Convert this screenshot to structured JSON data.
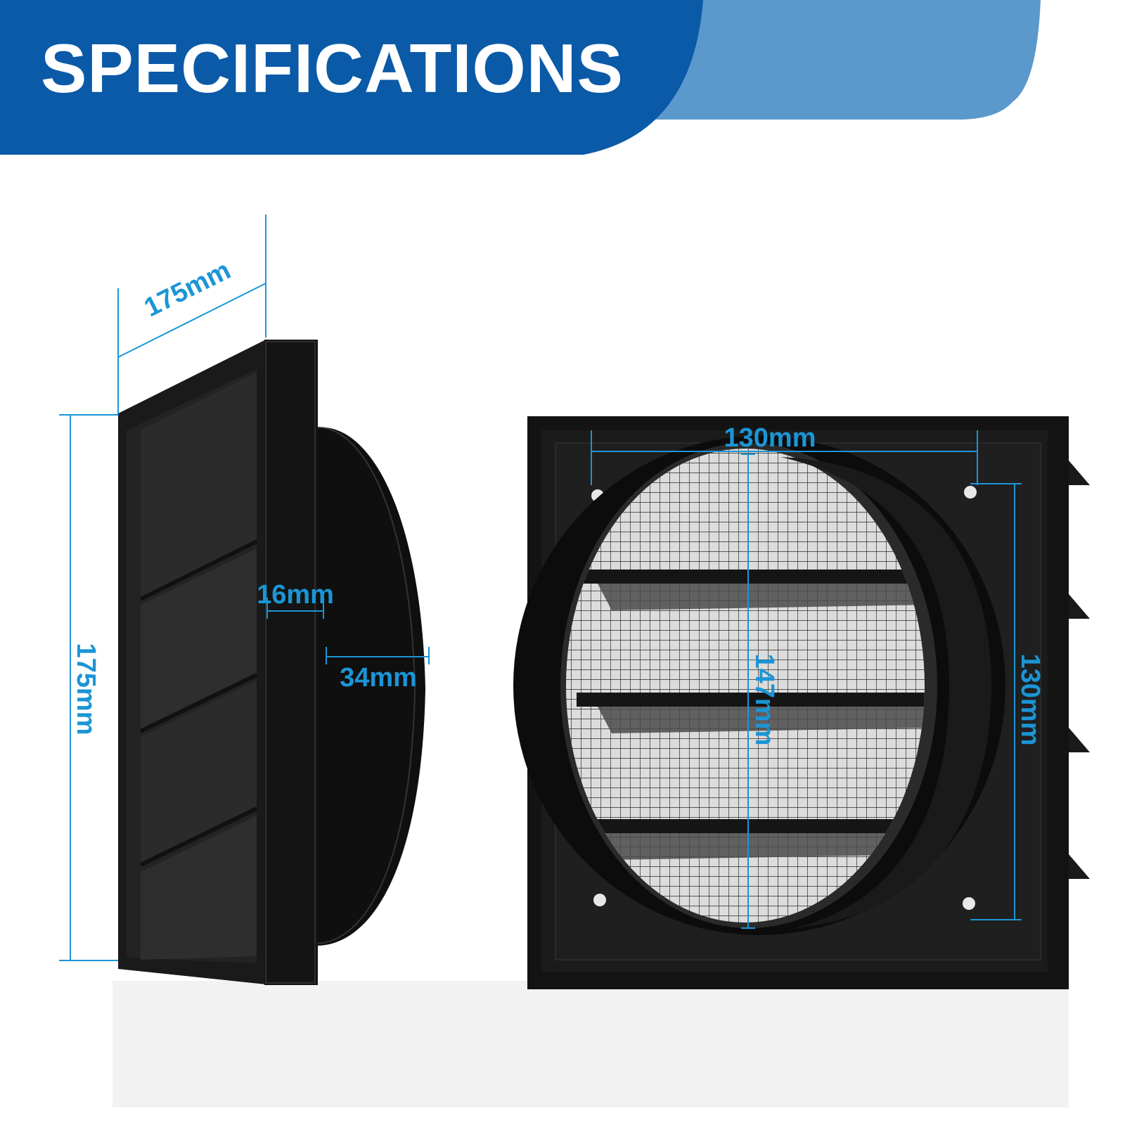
{
  "header": {
    "title": "SPECIFICATIONS"
  },
  "colors": {
    "banner_dark": "#0a5aa8",
    "banner_light": "#5b98cc",
    "dimension": "#1b95d6",
    "product": "#111111",
    "background": "#ffffff"
  },
  "dimensions": {
    "side_depth": "175mm",
    "side_height": "175mm",
    "flange": "16mm",
    "spigot": "34mm",
    "front_width": "130mm",
    "front_diameter": "147mm",
    "front_height": "130mm"
  }
}
